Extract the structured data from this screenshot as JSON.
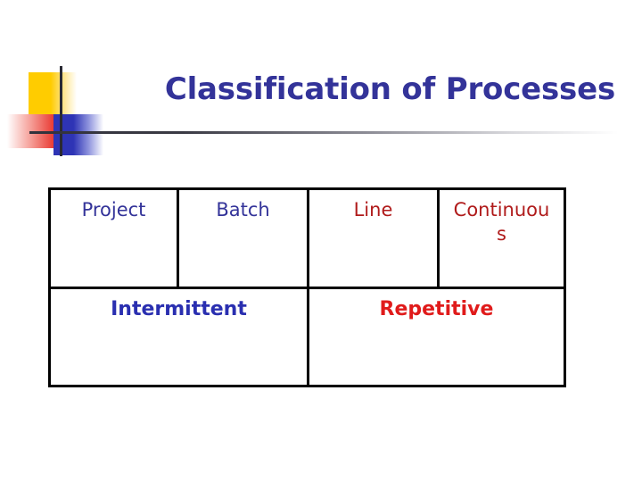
{
  "slide": {
    "title": "Classification of Processes",
    "title_color": "#333399",
    "background_color": "#FFFFFF"
  },
  "decoration": {
    "name": "powerpoint-title-motif",
    "yellow_square_color": "#FFCC00",
    "red_square_color": "#E8332C",
    "blue_square_color": "#2E34B5",
    "rule_color": "#32323C"
  },
  "table": {
    "border_color": "#000000",
    "rows": [
      {
        "row_name": "process-type-row",
        "cells": [
          {
            "label": "Project",
            "color": "#333399",
            "bold": false
          },
          {
            "label": "Batch",
            "color": "#333399",
            "bold": false
          },
          {
            "label": "Line",
            "color": "#B01B1B",
            "bold": false
          },
          {
            "label": "Continuous",
            "color": "#B01B1B",
            "bold": false
          }
        ]
      },
      {
        "row_name": "process-category-row",
        "cells": [
          {
            "label": "Intermittent",
            "color": "#2A2FB0",
            "bold": true
          },
          {
            "label": "Repetitive",
            "color": "#E01B1B",
            "bold": true
          }
        ]
      }
    ]
  }
}
